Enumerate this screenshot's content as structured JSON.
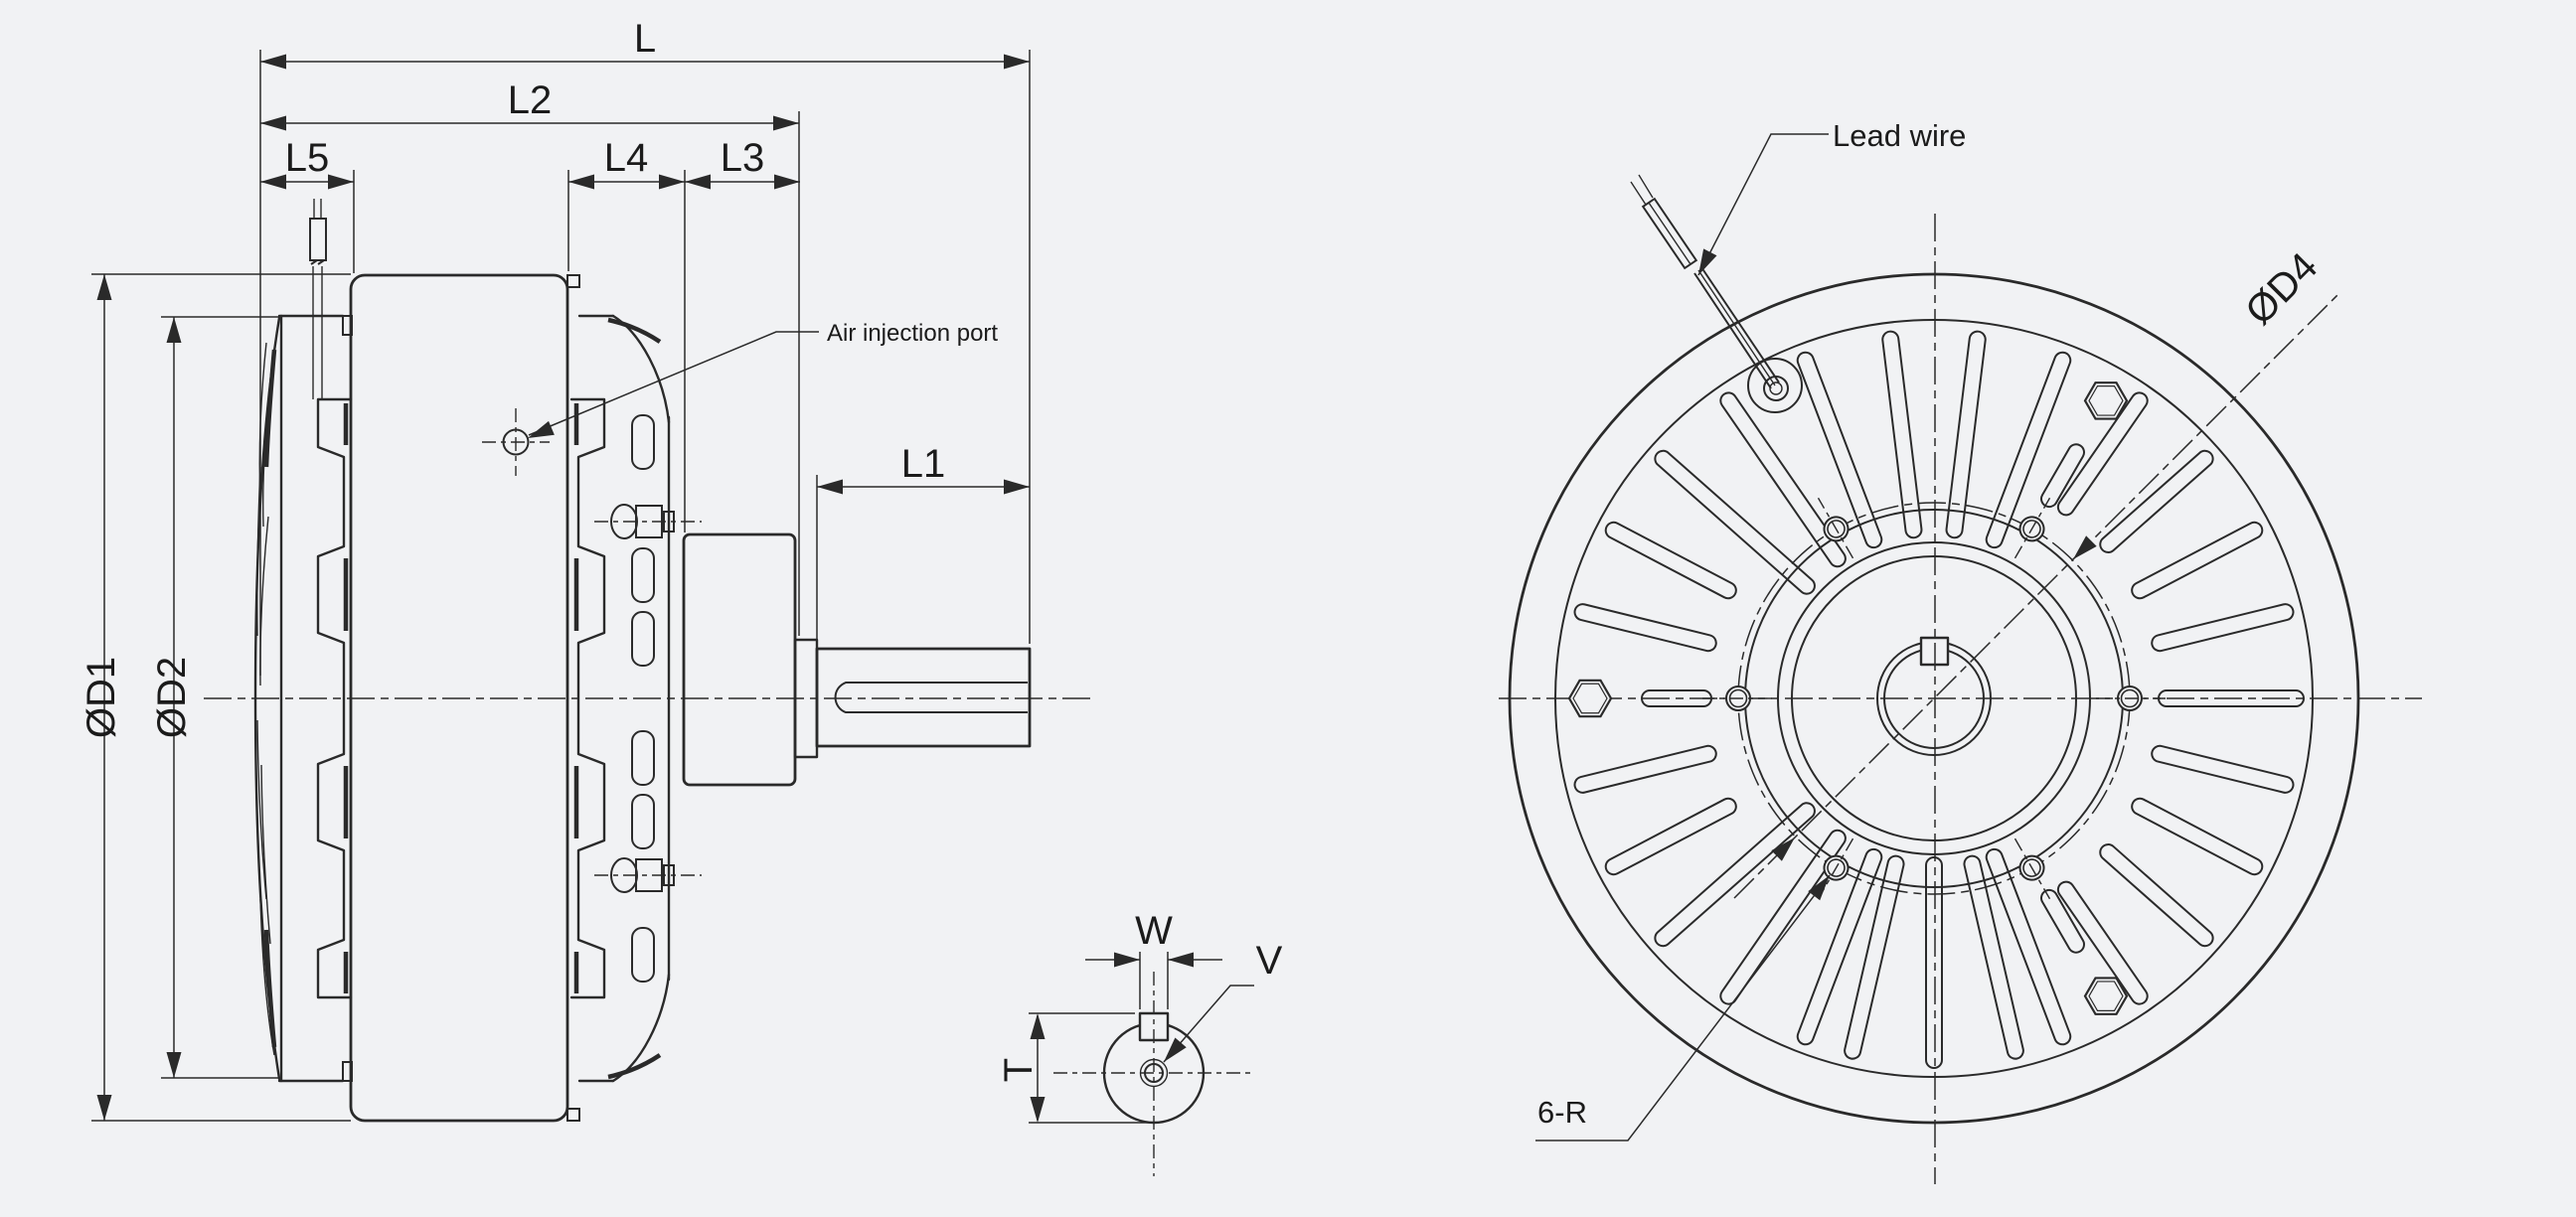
{
  "canvas": {
    "bg": "#f1f2f4",
    "line_color": "#2a2a2a",
    "text_color": "#1b1b1b"
  },
  "side_view": {
    "labels": {
      "overall_length": "L",
      "shaft_length": "L1",
      "body_length": "L2",
      "front_hub_length": "L3",
      "front_disc_length": "L4",
      "rear_overhang_length": "L5",
      "outer_diameter": "ØD1",
      "disc_diameter": "ØD2"
    },
    "air_port_label": "Air injection port"
  },
  "front_view": {
    "lead_wire_label": "Lead wire",
    "bolt_circle_diameter": "ØD4",
    "mounting_holes_label": "6-R"
  },
  "shaft_section": {
    "key_width_label": "W",
    "key_hole_label": "V",
    "key_depth_label": "T"
  }
}
